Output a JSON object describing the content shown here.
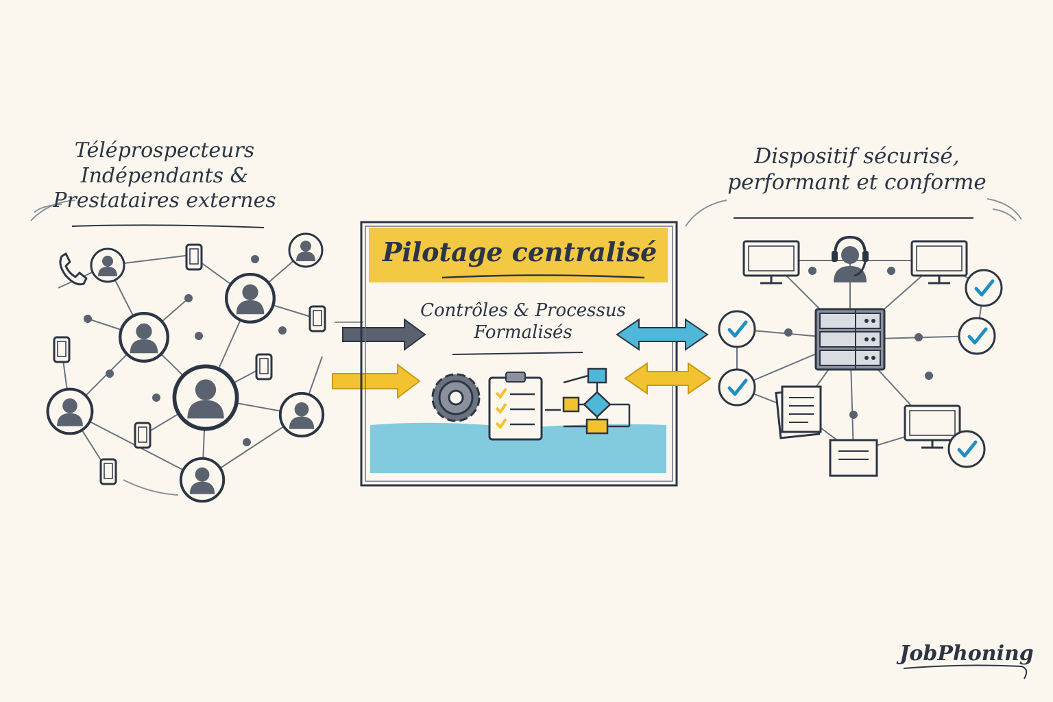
{
  "left": {
    "title_lines": [
      "Téléprospecteurs",
      "Indépendants &",
      "Prestataires externes"
    ]
  },
  "center": {
    "title": "Pilotage centralisé",
    "subtitle_lines": [
      "Contrôles & Processus",
      "Formalisés"
    ]
  },
  "right": {
    "title_lines": [
      "Dispositif sécurisé,",
      "performant et conforme"
    ]
  },
  "brand": "JobPhoning",
  "colors": {
    "ink": "#2c3544",
    "accent_yellow": "#f2c230",
    "accent_blue": "#4fb8d8",
    "check_blue": "#1f8fc4",
    "background": "#fbf7ee"
  },
  "icons": [
    "person-icon",
    "phone-icon",
    "mobile-icon",
    "gear-icon",
    "clipboard-icon",
    "flowchart-icon",
    "monitor-icon",
    "headset-agent-icon",
    "server-icon",
    "document-icon",
    "check-icon",
    "arrow-icon"
  ]
}
